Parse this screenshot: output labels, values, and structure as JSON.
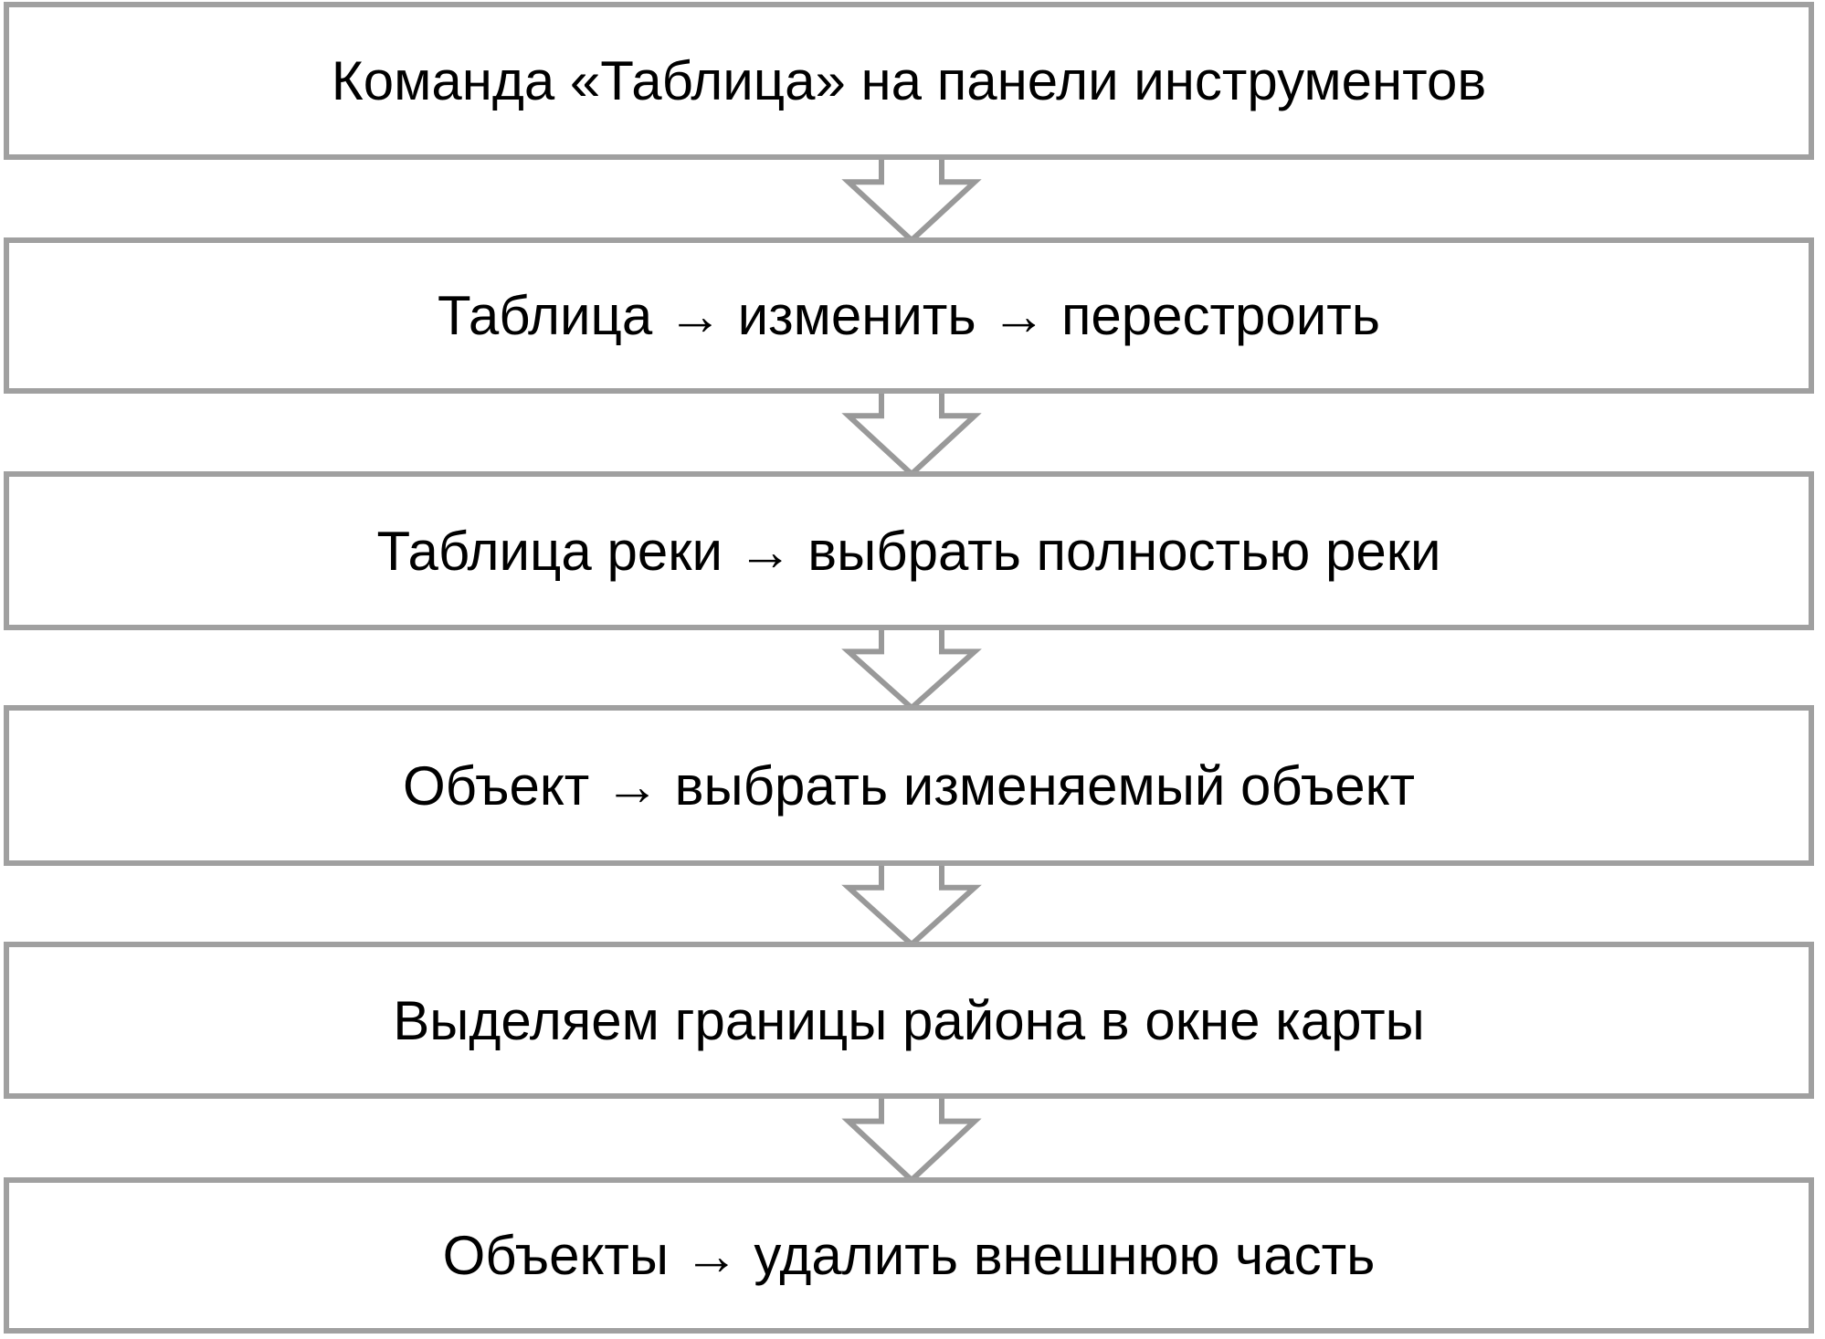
{
  "steps": [
    "Команда «Таблица» на панели инструментов",
    "Таблица → изменить → перестроить",
    "Таблица реки → выбрать полностью реки",
    "Объект → выбрать изменяемый объект",
    "Выделяем границы района в окне карты",
    "Объекты → удалить внешнюю часть"
  ],
  "colors": {
    "border": "#a0a0a0"
  }
}
